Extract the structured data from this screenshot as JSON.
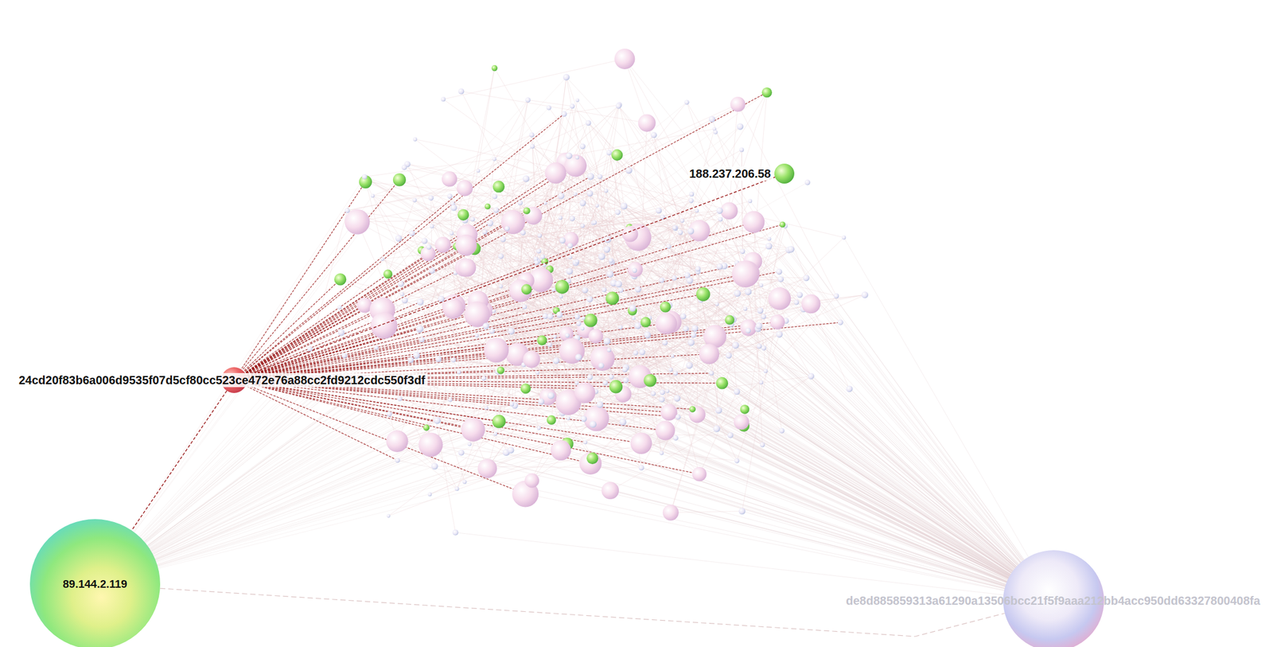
{
  "diagram": {
    "nodes": [
      {
        "text": [
          "188.237.206.58"
        ]
      },
      {
        "text": [
          "24cd20f83b6a006d9535f07d5cf80cc523ce472e76a88cc2fd9212cdc550f3df"
        ]
      },
      {
        "text": [
          "89.144.2.119"
        ]
      },
      {
        "text": [
          "de8d885859313a61290a13506bcc21f5f9aaa212bb4acc950dd63327800408fa"
        ]
      }
    ],
    "edges": [
      {
        "from": 1,
        "to": 0,
        "arrow": "none"
      },
      {
        "from": 1,
        "to": 2,
        "arrow": "none"
      },
      {
        "from": 2,
        "to": 3,
        "arrow": "none"
      }
    ]
  }
}
